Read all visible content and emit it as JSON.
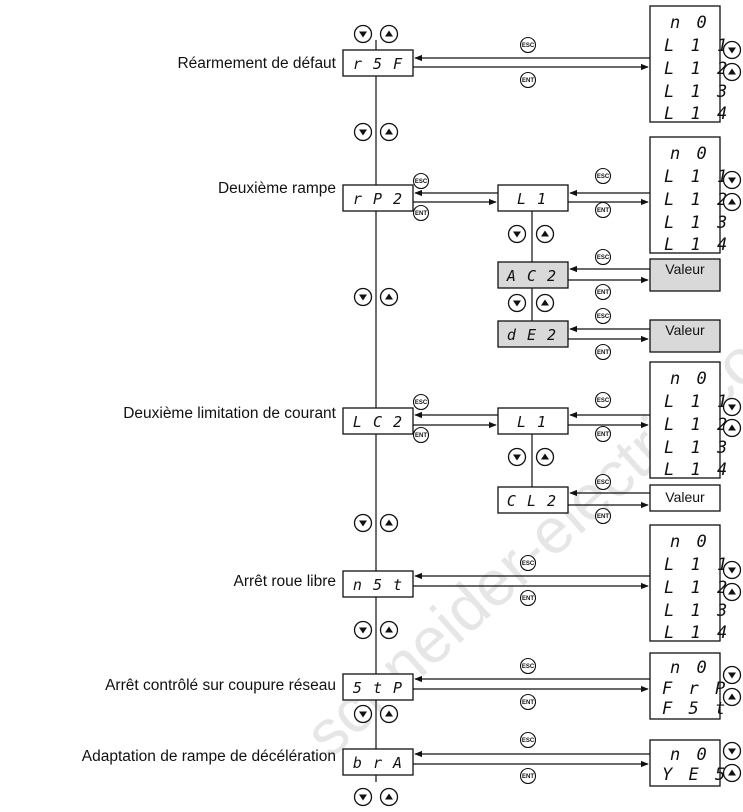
{
  "watermark": "schneider-electric.com",
  "buttons": {
    "esc": "ESC",
    "ent": "ENT"
  },
  "rows": [
    {
      "label": "Réarmement de défaut",
      "code": "r 5 F",
      "choices": [
        "n 0",
        "L 1 1",
        "L 1 2",
        "L 1 3",
        "L 1 4"
      ]
    },
    {
      "label": "Deuxième rampe",
      "code": "r P 2",
      "sub_code": "L 1",
      "choices": [
        "n 0",
        "L 1 1",
        "L 1 2",
        "L 1 3",
        "L 1 4"
      ],
      "params": [
        {
          "code": "A C 2",
          "value": "Valeur"
        },
        {
          "code": "d E 2",
          "value": "Valeur"
        }
      ]
    },
    {
      "label": "Deuxième limitation de courant",
      "code": "L C 2",
      "sub_code": "L 1",
      "choices": [
        "n 0",
        "L 1 1",
        "L 1 2",
        "L 1 3",
        "L 1 4"
      ],
      "params": [
        {
          "code": "C L 2",
          "value": "Valeur"
        }
      ]
    },
    {
      "label": "Arrêt roue libre",
      "code": "n 5 t",
      "choices": [
        "n 0",
        "L 1 1",
        "L 1 2",
        "L 1 3",
        "L 1 4"
      ]
    },
    {
      "label": "Arrêt contrôlé sur coupure réseau",
      "code": "5 t P",
      "choices": [
        "n 0",
        "F r P",
        "F 5 t"
      ]
    },
    {
      "label": "Adaptation de rampe de décélération",
      "code": "b r A",
      "choices": [
        "n 0",
        "Y E 5"
      ]
    }
  ]
}
